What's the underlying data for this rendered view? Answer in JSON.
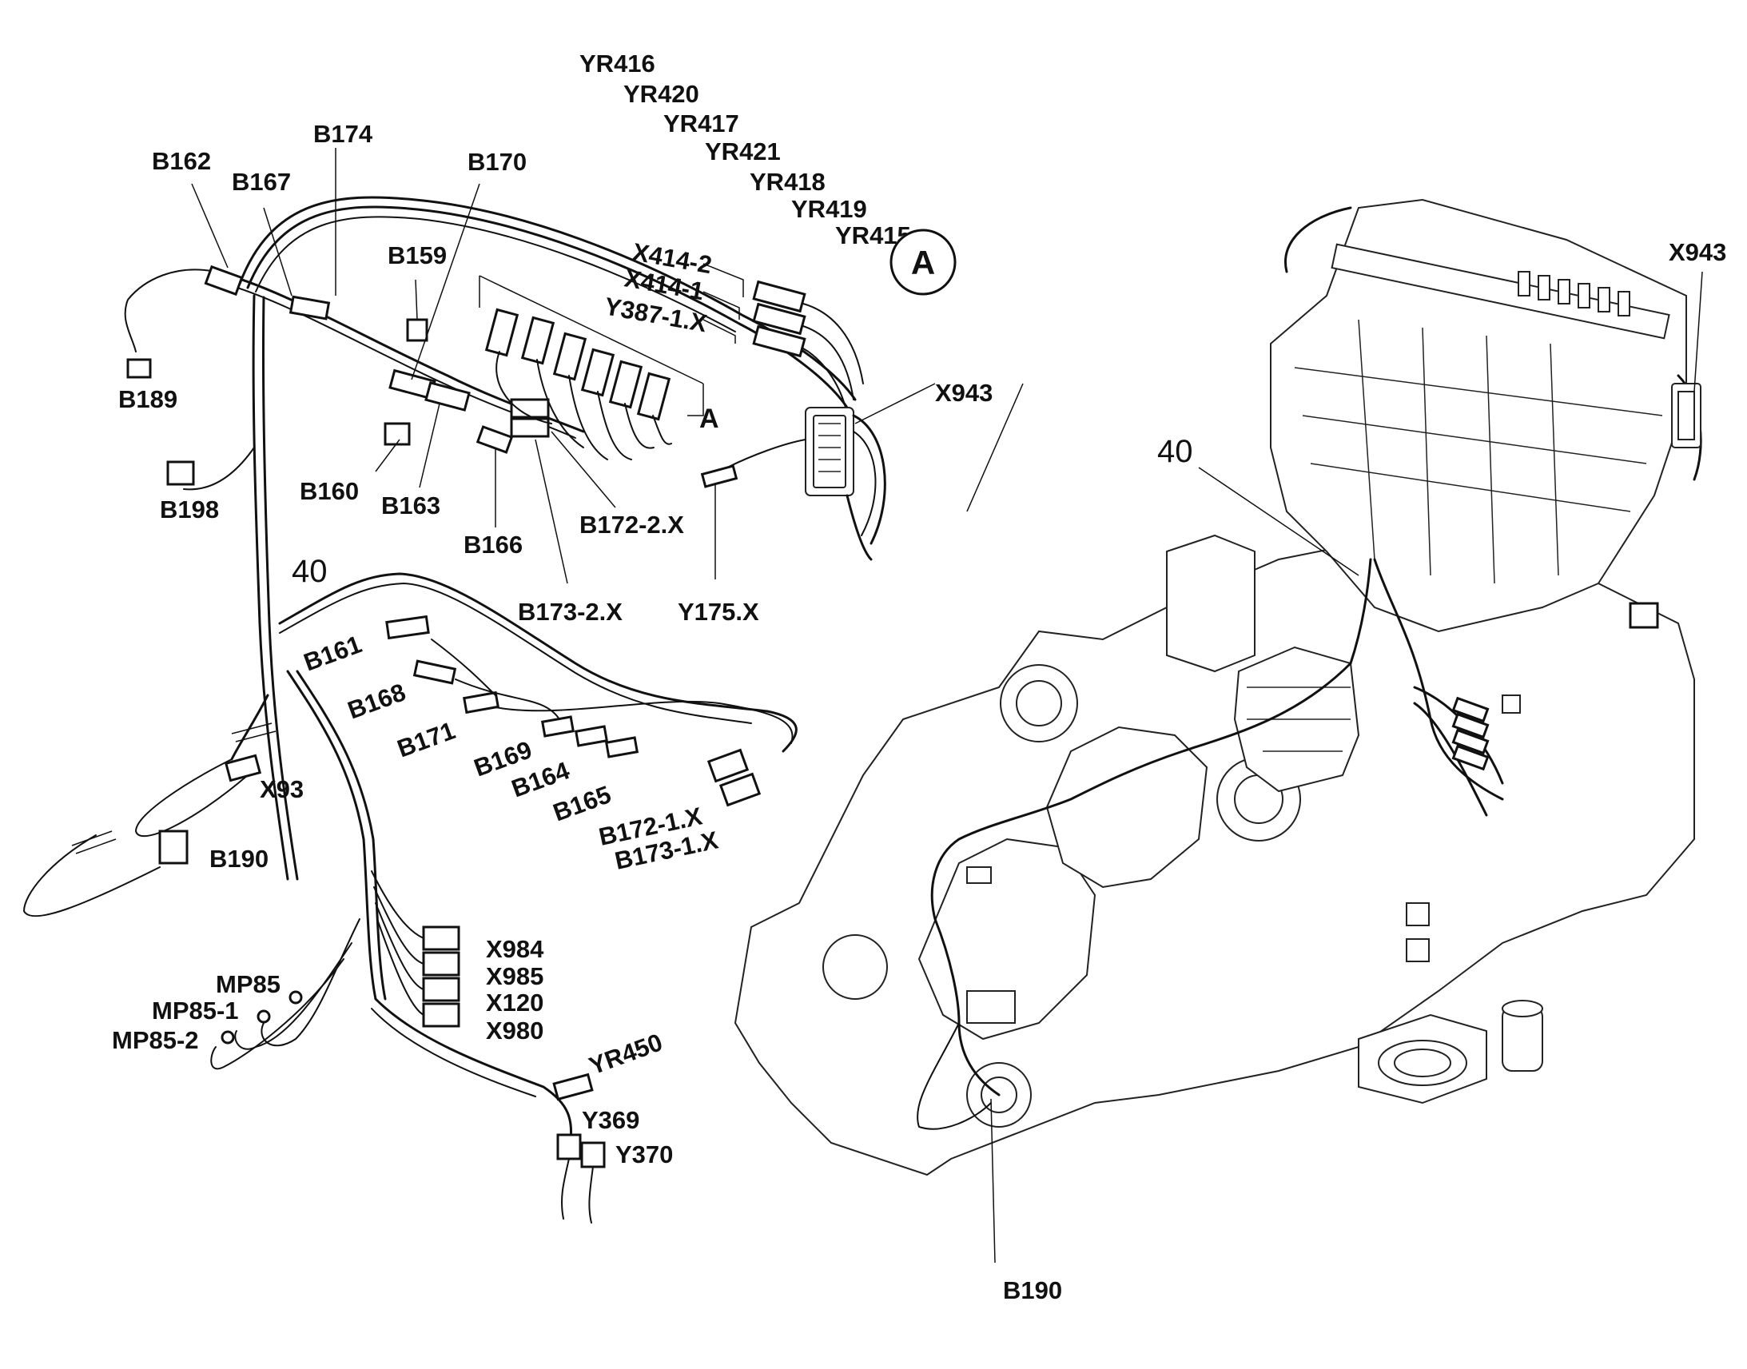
{
  "labels": {
    "YR416": "YR416",
    "YR420": "YR420",
    "YR417": "YR417",
    "YR421": "YR421",
    "YR418": "YR418",
    "YR419": "YR419",
    "YR415": "YR415",
    "A_circle": "A",
    "A_plain": "A",
    "X414_2": "X414-2",
    "X414_1": "X414-1",
    "Y387_1X": "Y387-1.X",
    "X943_left": "X943",
    "X943_right": "X943",
    "B162": "B162",
    "B167": "B167",
    "B174": "B174",
    "B170": "B170",
    "B159": "B159",
    "B189": "B189",
    "B198": "B198",
    "B160": "B160",
    "B163": "B163",
    "B166": "B166",
    "B172_2X": "B172-2.X",
    "B173_2X": "B173-2.X",
    "Y175X": "Y175.X",
    "num40_left": "40",
    "num40_right": "40",
    "B161": "B161",
    "B168": "B168",
    "B171": "B171",
    "B169": "B169",
    "B164": "B164",
    "B165": "B165",
    "B172_1X": "B172-1.X",
    "B173_1X": "B173-1.X",
    "X93": "X93",
    "B190_left": "B190",
    "B190_right": "B190",
    "X984": "X984",
    "X985": "X985",
    "X120": "X120",
    "X980": "X980",
    "MP85": "MP85",
    "MP85_1": "MP85-1",
    "MP85_2": "MP85-2",
    "YR450": "YR450",
    "Y369": "Y369",
    "Y370": "Y370"
  }
}
